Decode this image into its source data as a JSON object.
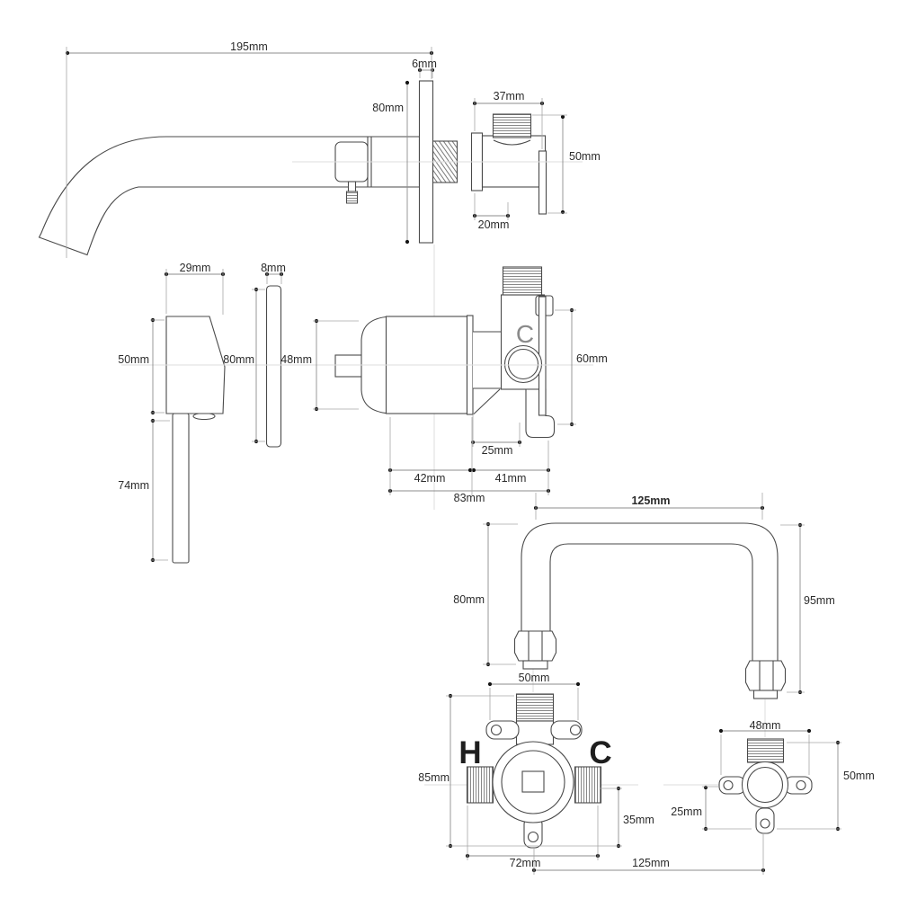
{
  "document": {
    "type": "faucet-technical-dimension-drawing",
    "unit": "mm",
    "palette": {
      "outline": "#4a4a4a",
      "dimension_line": "#8d8d8d",
      "extension_line": "#a6a6a6",
      "centerline": "#dcdcdc",
      "label_text": "#2b2b2b",
      "background": "#ffffff"
    }
  },
  "views": {
    "spout_side": {
      "name": "wall spout side view",
      "label_length": "195mm",
      "label_plate_thickness": "6mm",
      "label_plate_height": "80mm"
    },
    "elbow_valve": {
      "name": "elbow valve side view",
      "label_top_width": "37mm",
      "label_height": "50mm",
      "label_depth": "20mm"
    },
    "handle": {
      "name": "lever handle side view",
      "label_width": "29mm",
      "label_body_height": "50mm",
      "label_lever_length": "74mm"
    },
    "backplate": {
      "name": "handle backplate side view",
      "label_thickness": "8mm",
      "label_height": "80mm"
    },
    "cartridge_valve": {
      "name": "cartridge and valve body side view",
      "label_cartridge_diameter": "48mm",
      "label_body_height": "60mm",
      "label_port_offset": "25mm",
      "label_cartridge_length": "42mm",
      "label_body_length": "41mm",
      "label_total_length": "83mm",
      "label_cold": "C"
    },
    "u_spout": {
      "name": "U-shaped spout pipe front view",
      "label_width": "125mm",
      "label_left_height": "80mm",
      "label_right_height": "95mm"
    },
    "mixer_body": {
      "name": "mixer valve body front view",
      "label_hot": "H",
      "label_cold": "C",
      "label_top_width": "50mm",
      "label_height": "85mm",
      "label_outlet_offset": "35mm",
      "label_port_span": "72mm"
    },
    "cold_valve": {
      "name": "cold valve body front view",
      "label_width": "48mm",
      "label_height": "50mm",
      "label_outlet_offset": "25mm"
    },
    "valve_spacing": {
      "name": "distance between valve centers",
      "label": "125mm"
    }
  }
}
